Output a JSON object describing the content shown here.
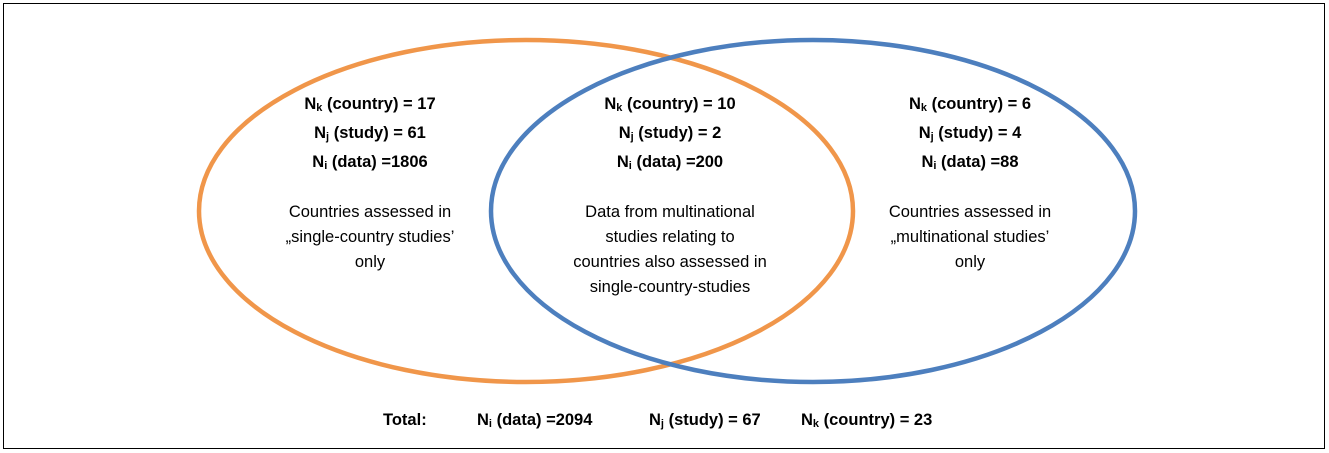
{
  "colors": {
    "left_circle": "#F0964A",
    "right_circle": "#4D7FBE",
    "border": "#000000"
  },
  "left": {
    "stats": [
      {
        "symbol": "N",
        "subscript": "k",
        "label": " (country) = 17"
      },
      {
        "symbol": "N",
        "subscript": "j",
        "label": " (study) = 61"
      },
      {
        "symbol": "N",
        "subscript": "i",
        "label": " (data) =1806"
      }
    ],
    "description": [
      "Countries assessed in",
      "„single-country studies’",
      "only"
    ]
  },
  "overlap": {
    "stats": [
      {
        "symbol": "N",
        "subscript": "k",
        "label": " (country) = 10"
      },
      {
        "symbol": "N",
        "subscript": "j",
        "label": " (study) = 2"
      },
      {
        "symbol": "N",
        "subscript": "i",
        "label": " (data) =200"
      }
    ],
    "description": [
      "Data from multinational",
      "studies relating to",
      "countries also assessed in",
      "single-country-studies"
    ]
  },
  "right": {
    "stats": [
      {
        "symbol": "N",
        "subscript": "k",
        "label": " (country) = 6"
      },
      {
        "symbol": "N",
        "subscript": "j",
        "label": " (study) = 4"
      },
      {
        "symbol": "N",
        "subscript": "i",
        "label": " (data) =88"
      }
    ],
    "description": [
      "Countries assessed in",
      "„multinational studies’",
      "only"
    ]
  },
  "total": {
    "label": "Total:",
    "items": [
      {
        "symbol": "N",
        "subscript": "i",
        "label": " (data) =2094"
      },
      {
        "symbol": "N",
        "subscript": "j",
        "label": " (study) = 67"
      },
      {
        "symbol": "N",
        "subscript": "k",
        "label": " (country) = 23"
      }
    ]
  }
}
